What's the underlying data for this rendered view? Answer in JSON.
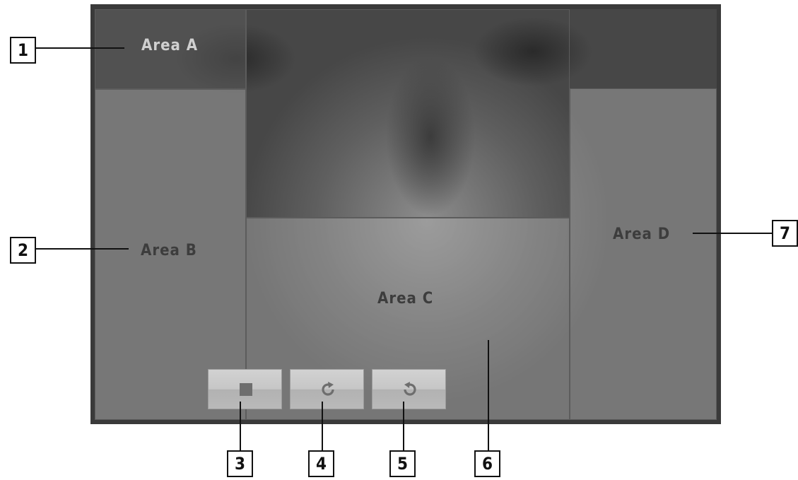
{
  "areas": {
    "a": "Area A",
    "b": "Area B",
    "c": "Area C",
    "d": "Area D"
  },
  "buttons": [
    {
      "name": "stop-button",
      "icon": "stop-icon"
    },
    {
      "name": "rotate-clockwise-button",
      "icon": "rotate-clockwise-icon"
    },
    {
      "name": "rotate-counterclockwise-button",
      "icon": "rotate-counterclockwise-icon"
    }
  ],
  "callouts": [
    "1",
    "2",
    "3",
    "4",
    "5",
    "6",
    "7"
  ]
}
